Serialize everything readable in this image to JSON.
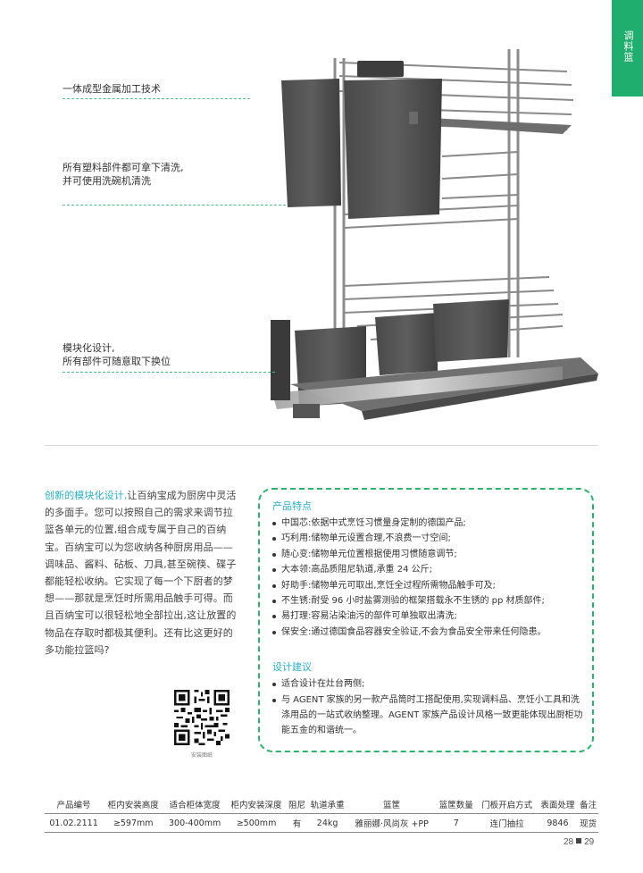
{
  "side_tab": {
    "label": "调料篮"
  },
  "callouts": [
    {
      "text": "一体成型金属加工技术"
    },
    {
      "text": "所有塑料部件都可拿下清洗,\n并可使用洗碗机清洗"
    },
    {
      "text": "模块化设计,\n所有部件可随意取下换位"
    }
  ],
  "intro": {
    "highlight": "创新的模块化设计,",
    "text": "让百纳宝成为厨房中灵活的多面手。您可以按照自己的需求来调节拉篮各单元的位置,组合成专属于自己的百纳宝。百纳宝可以为您收纳各种厨房用品——调味品、酱料、砧板、刀具,甚至碗筷、碟子都能轻松收纳。它实现了每一个下厨者的梦想——那就是烹饪时所需用品触手可得。而且百纳宝可以很轻松地全部拉出,这让放置的物品在存取时都极其便利。还有比这更好的多功能拉篮吗?"
  },
  "features": {
    "title": "产品特点",
    "items": [
      "中国芯:依据中式烹饪习惯量身定制的德国产品;",
      "巧利用:储物单元设置合理,不浪费一寸空间;",
      "随心变:储物单元位置根据使用习惯随意调节;",
      "大本领:高品质阻尼轨道,承重 24 公斤;",
      "好助手:储物单元可取出,烹饪全过程所需物品触手可及;",
      "不生锈:耐受 96 小时盐雾测验的框架搭载永不生锈的 pp 材质部件;",
      "易打理:容易沾染油污的部件可单独取出清洗;",
      "保安全:通过德国食品容器安全验证,不会为食品安全带来任何隐患。"
    ]
  },
  "design": {
    "title": "设计建议",
    "items": [
      "适合设计在灶台两侧;",
      "与 AGENT 家族的另一款产品筒时工搭配使用,实现调料品、烹饪小工具和洗涤用品的一站式收纳整理。AGENT 家族产品设计风格一致更能体现出厨柜功能五金的和谐统一。"
    ]
  },
  "qr": {
    "caption": "安装图纸"
  },
  "table": {
    "headers": [
      "产品编号",
      "柜内安装高度",
      "适合柜体宽度",
      "柜内安装深度",
      "阻尼",
      "轨道承重",
      "篮筐",
      "篮筐数量",
      "门板开启方式",
      "表面处理",
      "备注"
    ],
    "rows": [
      [
        "01.02.2111",
        "≥597mm",
        "300-400mm",
        "≥500mm",
        "有",
        "24kg",
        "雅丽娜·风尚灰 +PP",
        "7",
        "连门抽拉",
        "9846",
        "现货"
      ]
    ]
  },
  "page_numbers": {
    "left": "28",
    "right": "29"
  },
  "colors": {
    "accent_green": "#1fae6d",
    "highlight_blue": "#2bb0c7",
    "box_border": "#2db36a"
  }
}
